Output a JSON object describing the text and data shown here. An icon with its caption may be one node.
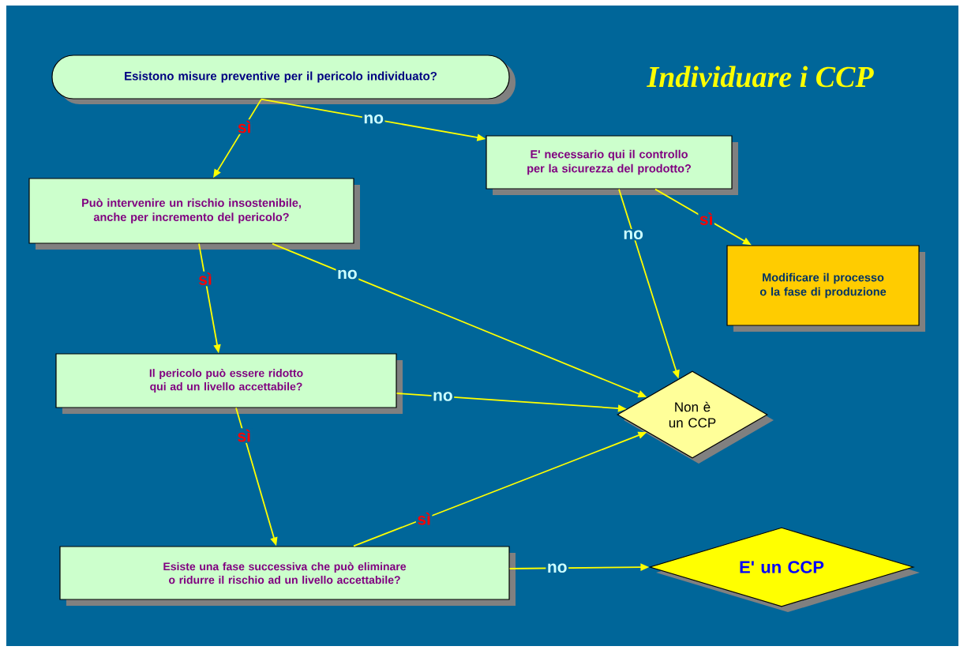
{
  "diagram": {
    "title": "Individuare i CCP",
    "nodes": [
      {
        "text": [
          "Esistono misure preventive per il pericolo individuato?"
        ]
      },
      {
        "text": [
          "E' necessario qui  il controllo per la sicurezza del prodotto?"
        ]
      },
      {
        "text": [
          "Può intervenire un rischio insostenibile, anche per incremento del pericolo?"
        ]
      },
      {
        "text": [
          "Modificare il processo o la fase di produzione"
        ]
      },
      {
        "text": [
          "Il pericolo può essere ridotto qui ad un livello accettabile?"
        ]
      },
      {
        "text": [
          "Non è un CCP"
        ]
      },
      {
        "text": [
          "Esiste una fase successiva che può eliminare o ridurre il rischio ad un livello accettabile?"
        ]
      },
      {
        "text": [
          "E' un CCP"
        ]
      }
    ],
    "edges": [
      {
        "from": 0,
        "to": 2,
        "arrow": "to",
        "label": "sì"
      },
      {
        "from": 0,
        "to": 1,
        "arrow": "to",
        "label": "no"
      },
      {
        "from": 1,
        "to": 5,
        "arrow": "to",
        "label": "no"
      },
      {
        "from": 1,
        "to": 3,
        "arrow": "to",
        "label": "sì"
      },
      {
        "from": 2,
        "to": 4,
        "arrow": "to",
        "label": "sì"
      },
      {
        "from": 2,
        "to": 5,
        "arrow": "to",
        "label": "no"
      },
      {
        "from": 4,
        "to": 5,
        "arrow": "to",
        "label": "no"
      },
      {
        "from": 4,
        "to": 6,
        "arrow": "to",
        "label": "sì"
      },
      {
        "from": 6,
        "to": 5,
        "arrow": "to",
        "label": "sì"
      },
      {
        "from": 6,
        "to": 7,
        "arrow": "to",
        "label": "no"
      }
    ]
  }
}
